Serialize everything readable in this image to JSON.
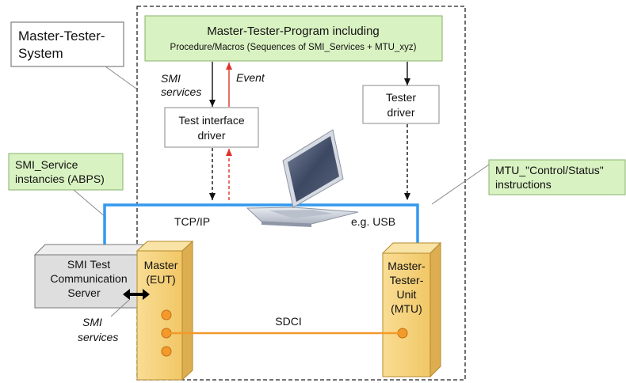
{
  "system_label": {
    "line1": "Master-Tester-",
    "line2": "System"
  },
  "program_box": {
    "title": "Master-Tester-Program including",
    "subtitle": "Procedure/Macros (Sequences of SMI_Services + MTU_xyz)"
  },
  "smi_services_top": {
    "line1": "SMI",
    "line2": "services"
  },
  "event_label": "Event",
  "test_interface_driver": {
    "line1": "Test interface",
    "line2": "driver"
  },
  "tester_driver": {
    "line1": "Tester",
    "line2": "driver"
  },
  "smi_service_instancies": {
    "line1": "SMI_Service",
    "line2": "instancies (ABPS)"
  },
  "mtu_instructions": {
    "line1": "MTU_\"Control/Status\"",
    "line2": "instructions"
  },
  "tcpip_label": "TCP/IP",
  "usb_label": "e.g. USB",
  "smi_server": {
    "line1": "SMI Test",
    "line2": "Communication",
    "line3": "Server"
  },
  "master": {
    "line1": "Master",
    "line2": "(EUT)"
  },
  "mtu": {
    "line1": "Master-",
    "line2": "Tester-",
    "line3": "Unit",
    "line4": "(MTU)"
  },
  "smi_services_bottom": {
    "line1": "SMI",
    "line2": "services"
  },
  "sdci_label": "SDCI",
  "colors": {
    "green_box": "#d9f2c2",
    "bus_blue": "#3399ee",
    "sdci_orange": "#f39a2b",
    "device_yellow": "#f7d47f",
    "event_red": "#e0302a"
  }
}
